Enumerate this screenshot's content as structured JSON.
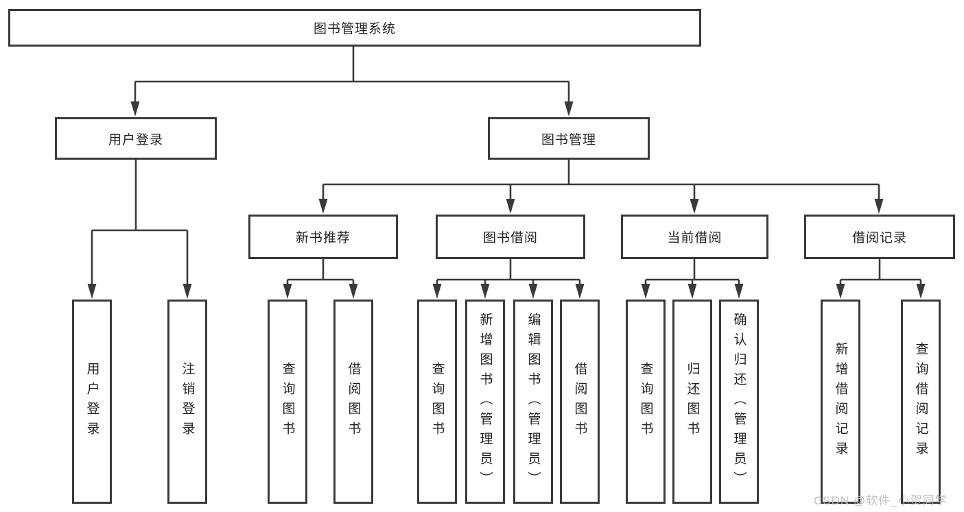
{
  "page": {
    "watermark": "CSDN @软件_小贺同学"
  },
  "colors": {
    "line": "#3a3a3a",
    "text": "#222222",
    "background": "#ffffff",
    "watermark": "#b9b9b9"
  },
  "root": {
    "label": "图书管理系统"
  },
  "user_login": {
    "label": "用户登录",
    "children": {
      "login": "用户登录",
      "logout": "注销登录"
    }
  },
  "book_management": {
    "label": "图书管理",
    "sections": {
      "new_book": {
        "label": "新书推荐",
        "children": {
          "query": "查询图书",
          "borrow": "借阅图书"
        }
      },
      "borrowing": {
        "label": "图书借阅",
        "children": {
          "query": "查询图书",
          "add": "新增图书（管理员）",
          "edit": "编辑图书（管理员）",
          "borrow": "借阅图书"
        }
      },
      "current": {
        "label": "当前借阅",
        "children": {
          "query": "查询图书",
          "return": "归还图书",
          "confirm": "确认归还（管理员）"
        }
      },
      "records": {
        "label": "借阅记录",
        "children": {
          "add": "新增借阅记录",
          "query": "查询借阅记录"
        }
      }
    }
  }
}
